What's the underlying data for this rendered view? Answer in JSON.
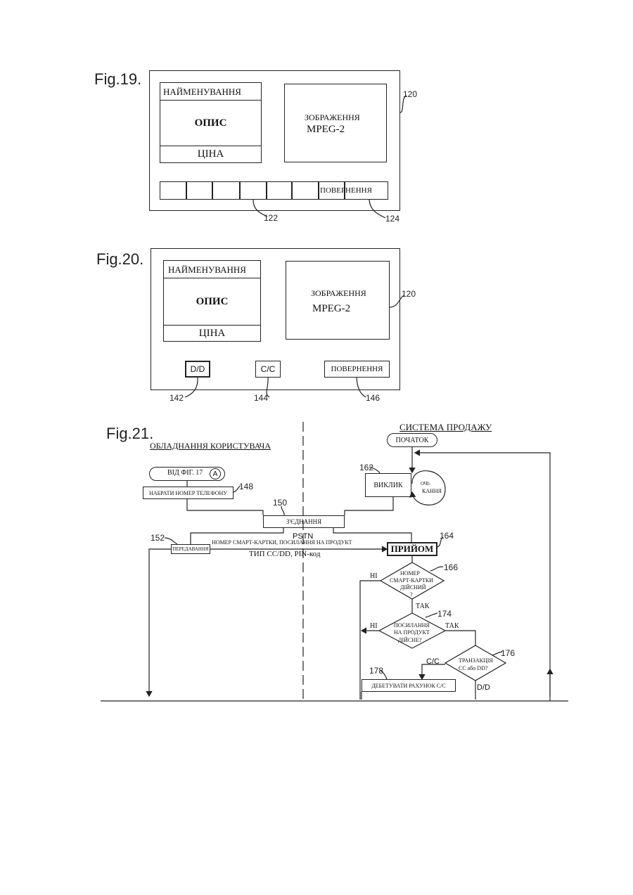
{
  "fig19": {
    "label": "Fig.19.",
    "name": "НАЙМЕНУВАННЯ",
    "description": "ОПИС",
    "price": "ЦІНА",
    "image_line1": "ЗОБРАЖЕННЯ",
    "image_line2": "MPEG-2",
    "return": "ПОВЕРНЕННЯ",
    "ref_120": "120",
    "ref_122": "122",
    "ref_124": "124"
  },
  "fig20": {
    "label": "Fig.20.",
    "name": "НАЙМЕНУВАННЯ",
    "description": "ОПИС",
    "price": "ЦІНА",
    "image_line1": "ЗОБРАЖЕННЯ",
    "image_line2": "MPEG-2",
    "dd": "D/D",
    "cc": "C/C",
    "return": "ПОВЕРНЕННЯ",
    "ref_120": "120",
    "ref_142": "142",
    "ref_144": "144",
    "ref_146": "146"
  },
  "fig21": {
    "label": "Fig.21.",
    "user_side": "ОБЛАДНАННЯ КОРИСТУВАЧА",
    "sales_side": "СИСТЕМА ПРОДАЖУ",
    "start": "ПОЧАТОК",
    "from_fig": "ВІД ФІГ. 17",
    "connector": "A",
    "dial": "НАБРАТИ НОМЕР ТЕЛЕФОНУ",
    "call": "ВИКЛИК",
    "wait_1": "ОЧІ-",
    "wait_2": "КАННЯ",
    "connection": "З'ЄДНАННЯ",
    "pstn": "PSTN",
    "transmit": "ПЕРЕДАВАННЯ",
    "msg_line1": "НОМЕР СМАРТ-КАРТКИ, ПОСИЛАННЯ НА ПРОДУКТ",
    "msg_line2": "ТИП CC/DD, PIN-код",
    "receive": "ПРИЙОМ",
    "d1_line1": "НОМЕР",
    "d1_line2": "СМАРТ-КАРТКИ",
    "d1_line3": "ДІЙСНИЙ",
    "d1_line4": "?",
    "no_1": "НІ",
    "yes_1": "ТАК",
    "d2_line1": "ПОСИЛАННЯ",
    "d2_line2": "НА ПРОДУКТ",
    "d2_line3": "ДІЙСНЕ?",
    "no_2": "НІ",
    "yes_2": "ТАК",
    "d3_line1": "ТРАНЗАКЦІЯ",
    "d3_line2": "СС або DD?",
    "cc_branch": "C/C",
    "dd_branch": "D/D",
    "debit": "ДЕБЕТУВАТИ РАХУНОК C/C",
    "ref_148": "148",
    "ref_150": "150",
    "ref_152": "152",
    "ref_162": "162",
    "ref_164": "164",
    "ref_166": "166",
    "ref_174": "174",
    "ref_176": "176",
    "ref_178": "178"
  }
}
